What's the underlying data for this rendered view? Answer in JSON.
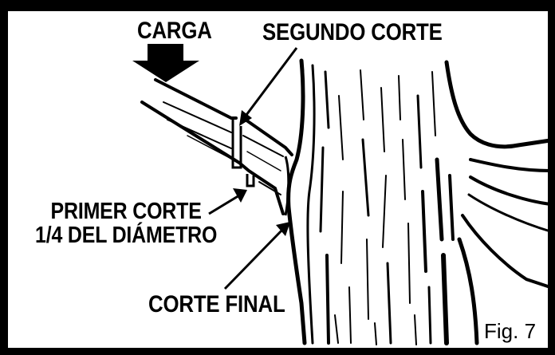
{
  "labels": {
    "load": "CARGA",
    "second_cut": "SEGUNDO CORTE",
    "first_cut_line1": "PRIMER CORTE",
    "first_cut_line2": "1/4 DEL DIÁMETRO",
    "final_cut": "CORTE FINAL",
    "figure": "Fig. 7"
  },
  "colors": {
    "ink": "#000000",
    "paper": "#ffffff"
  }
}
